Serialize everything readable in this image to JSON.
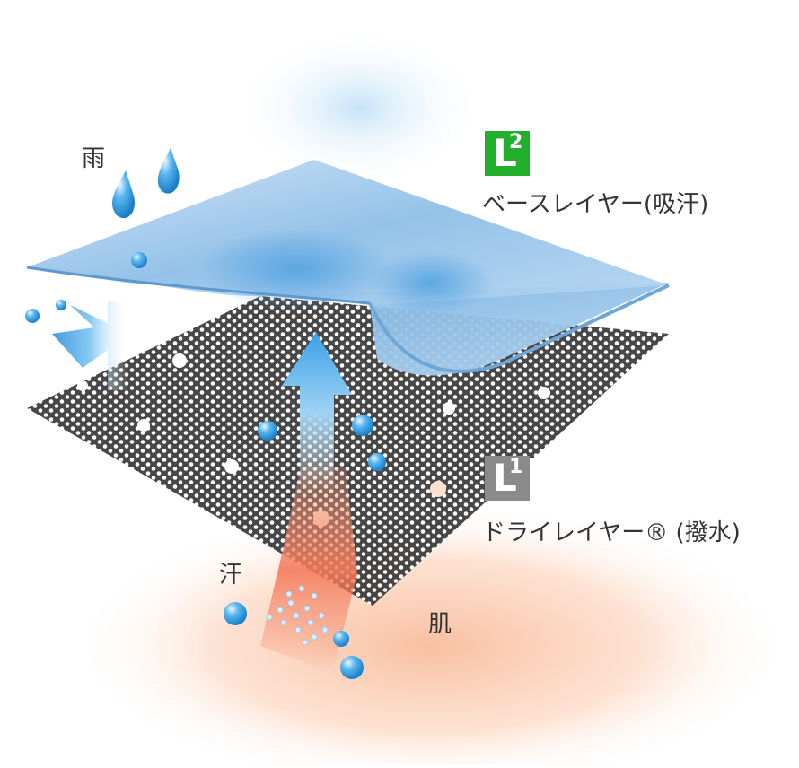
{
  "labels": {
    "rain": "雨",
    "sweat": "汗",
    "skin": "肌"
  },
  "layers": [
    {
      "badge_letter": "L",
      "badge_number": "2",
      "name": "ベースレイヤー(吸汗)",
      "color": "#22b02c"
    },
    {
      "badge_letter": "L",
      "badge_number": "1",
      "name": "ドライレイヤー® (撥水)",
      "color": "#8a8a8a"
    }
  ],
  "colors": {
    "water": "#3aa0e6",
    "base_layer": "#8fbfe8",
    "mesh": "#555555",
    "skin": "#fbd2b8",
    "sweat": "#f47a5a"
  }
}
